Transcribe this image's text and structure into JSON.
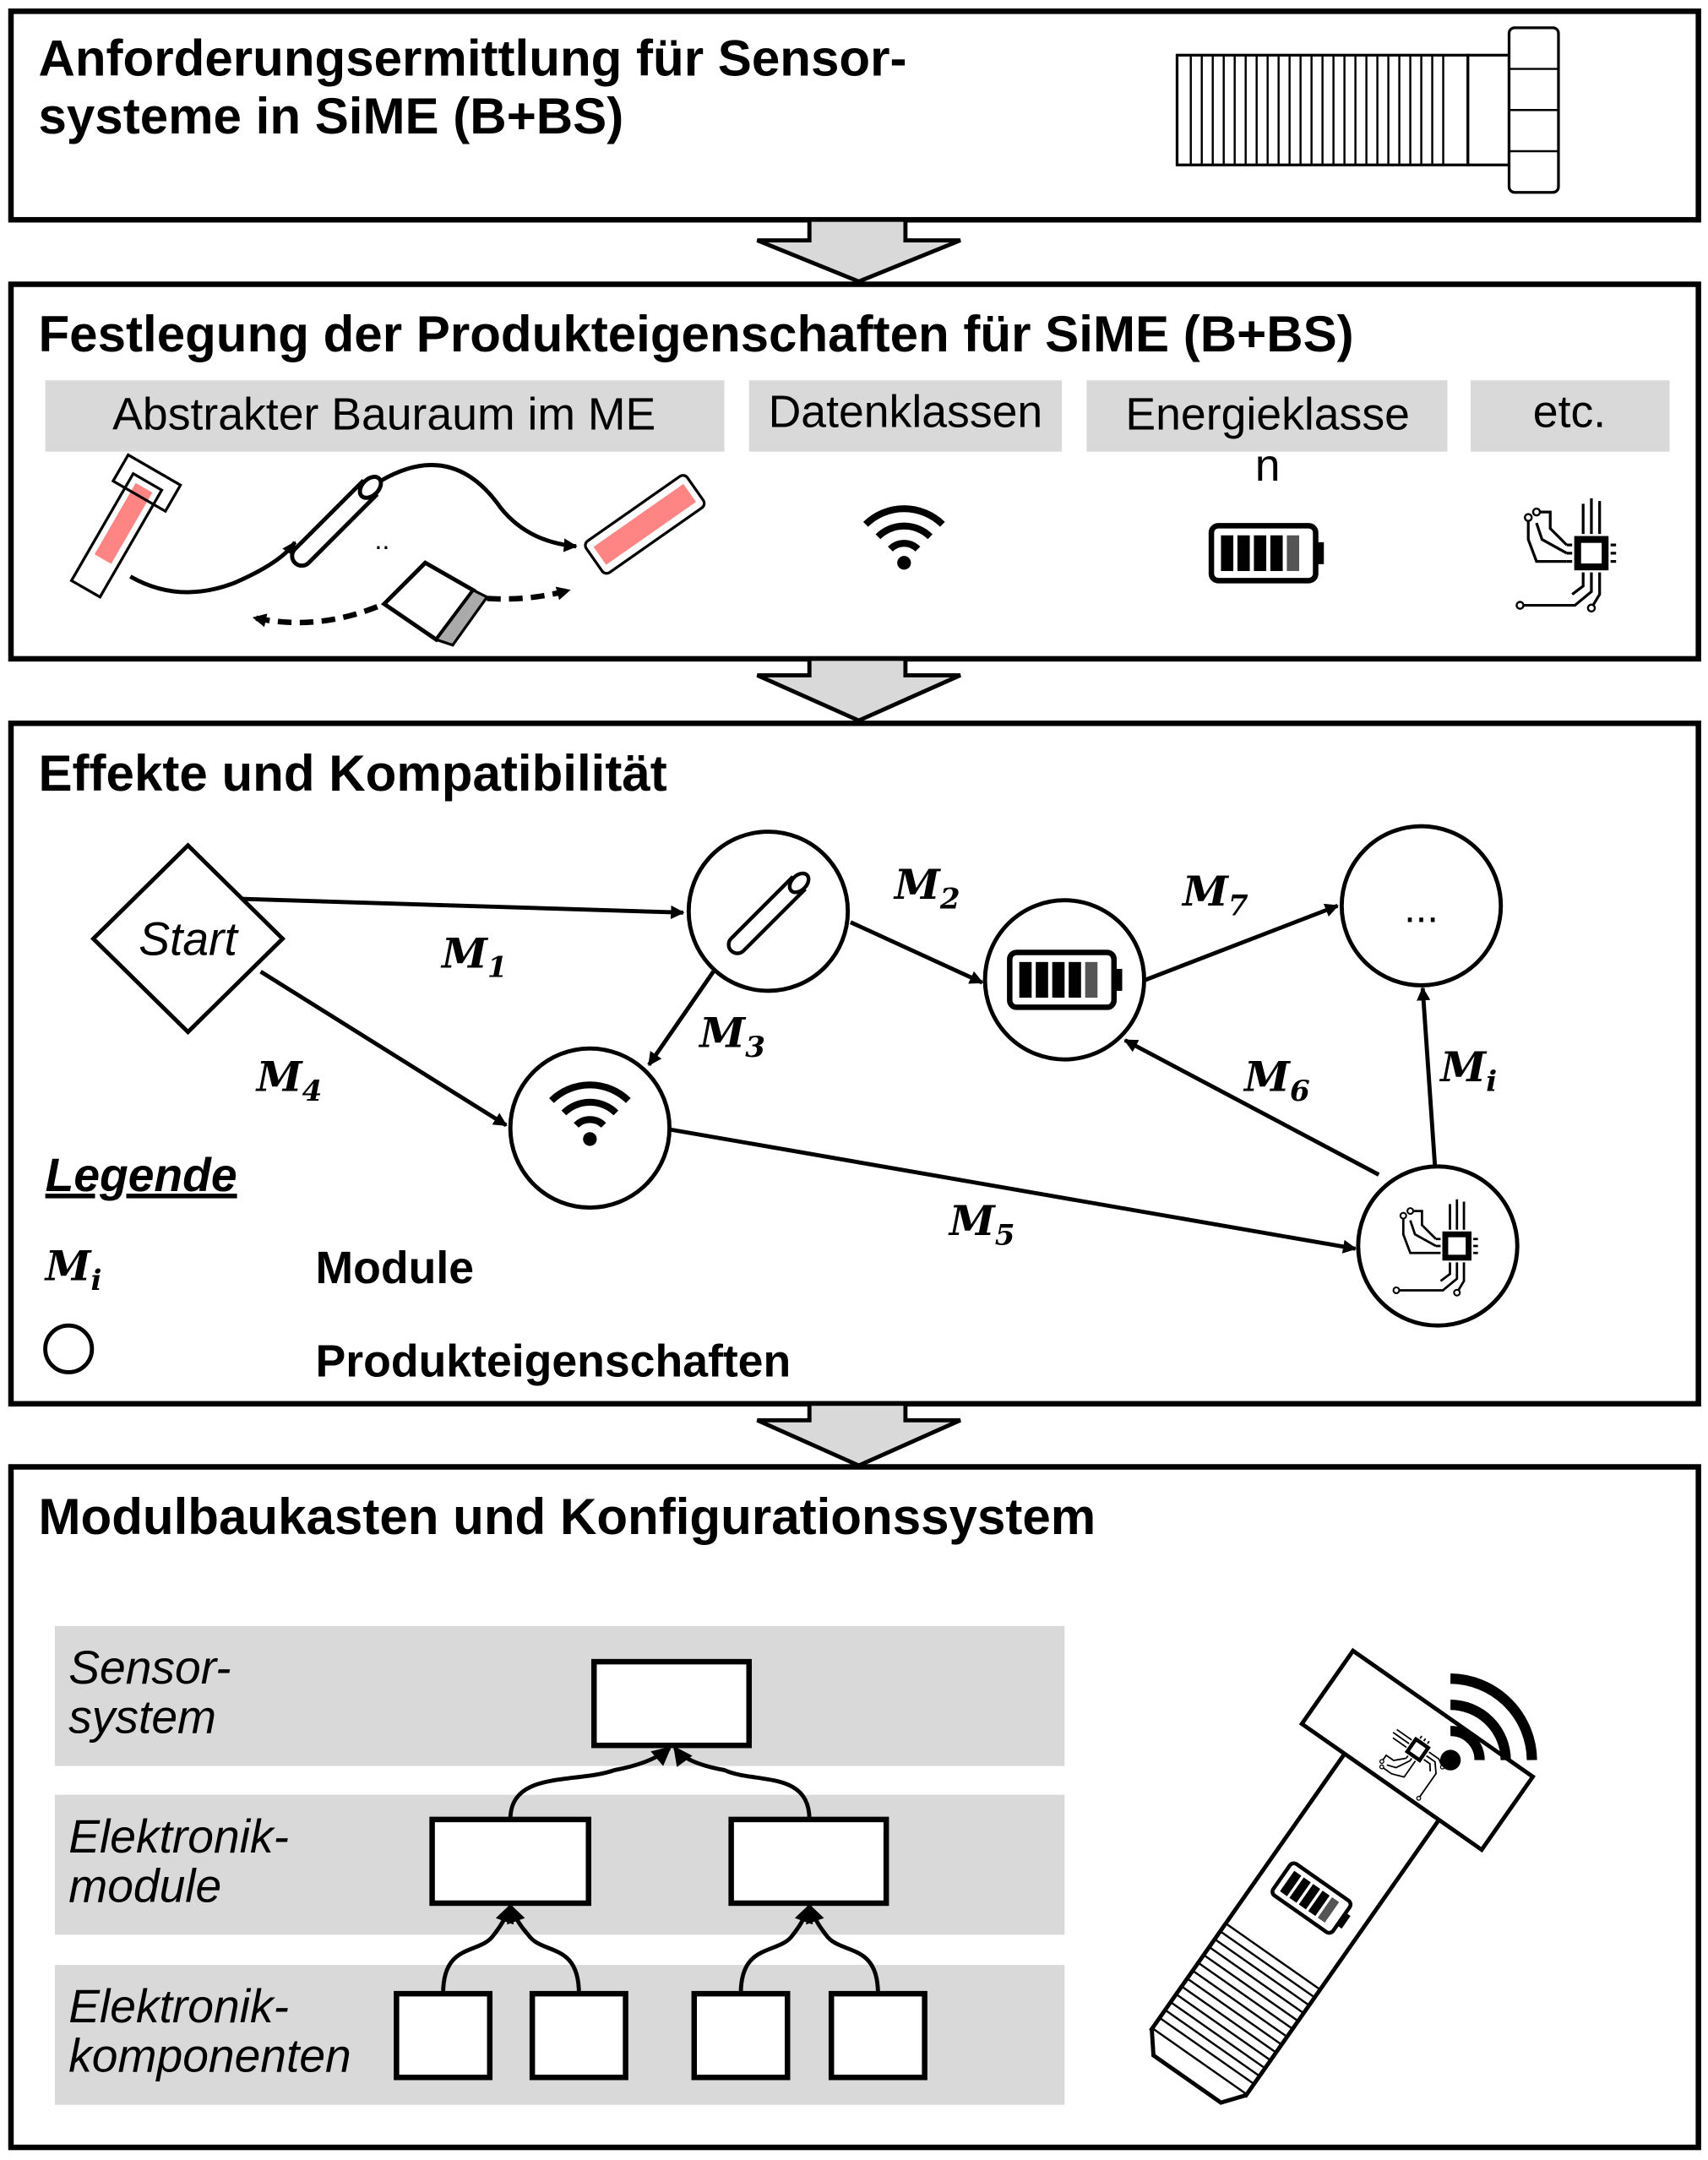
{
  "sections": {
    "requirements": {
      "title_line1": "Anforderungsermittlung für Sensor-",
      "title_line2": "systeme in SiME (B+BS)"
    },
    "properties": {
      "title": "Festlegung der Produkteigenschaften für SiME (B+BS)",
      "categories": [
        "Abstrakter Bauraum im ME",
        "Datenklassen",
        "Energieklasse",
        "etc."
      ],
      "energy_overflow": "n",
      "dots": ".."
    },
    "effects": {
      "title": "Effekte und Kompatibilität",
      "start": "Start",
      "ellipsis": "...",
      "edges": [
        {
          "m": "M",
          "sub": "1"
        },
        {
          "m": "M",
          "sub": "2"
        },
        {
          "m": "M",
          "sub": "3"
        },
        {
          "m": "M",
          "sub": "4"
        },
        {
          "m": "M",
          "sub": "5"
        },
        {
          "m": "M",
          "sub": "6"
        },
        {
          "m": "M",
          "sub": "7"
        },
        {
          "m": "M",
          "sub": "i"
        }
      ],
      "legend": {
        "title": "Legende",
        "mi": "M",
        "mi_sub": "i",
        "module": "Module",
        "properties": "Produkteigenschaften"
      }
    },
    "modular": {
      "title": "Modulbaukasten und Konfigurationssystem",
      "levels": [
        {
          "line1": "Sensor-",
          "line2": "system"
        },
        {
          "line1": "Elektronik-",
          "line2": "module"
        },
        {
          "line1": "Elektronik-",
          "line2": "komponenten"
        }
      ]
    }
  }
}
